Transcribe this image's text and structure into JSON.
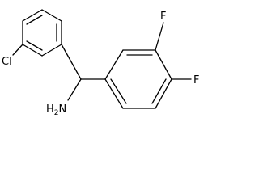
{
  "molecule": {
    "atoms": {
      "chlorine": "Cl",
      "amine_n": "N",
      "amine_h": "H",
      "amine_h_count": "2",
      "fluorine_3": "F",
      "fluorine_4": "F"
    },
    "colors": {
      "bond": "#000000",
      "label": "#000000",
      "background": "#ffffff"
    }
  }
}
